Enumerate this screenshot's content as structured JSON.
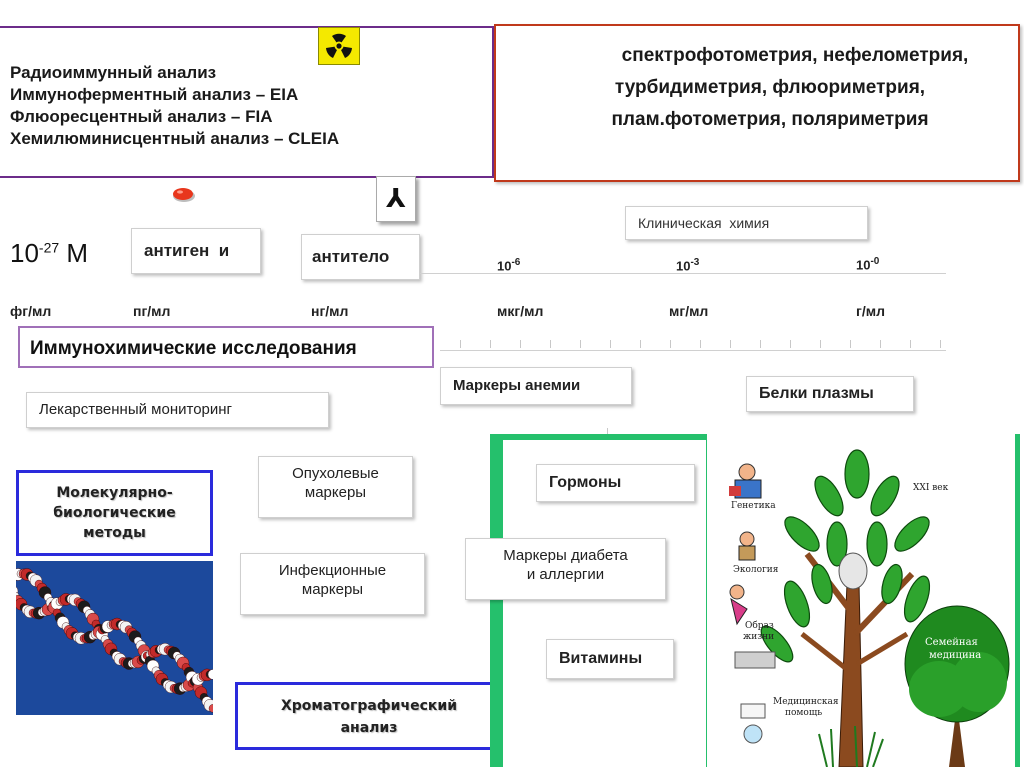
{
  "methods": {
    "lines": [
      "Радиоиммунный анализ",
      "Иммуноферментный анализ – EIA",
      "Флюоресцентный анализ – FIA",
      "Хемилюминисцентный анализ – CLEIA"
    ]
  },
  "photometry": {
    "lines": [
      "спектрофотометрия, нефелометрия,",
      "турбидиметрия, флюориметрия,",
      "плам.фотометрия,  поляриметрия"
    ]
  },
  "icons": {
    "radiation": "radiation-icon",
    "antigen": "antigen-dot-icon",
    "antibody": "antibody-icon",
    "antibody_glyph": "⅄"
  },
  "labels": {
    "antigen": "антиген  и",
    "antibody": "антитело",
    "clinical_chemistry": "Клиническая  химия"
  },
  "scale": {
    "start_base": "10",
    "start_exp": "-27",
    "start_unit": " М",
    "exponents": [
      {
        "base": "10",
        "exp": "-6"
      },
      {
        "base": "10",
        "exp": "-3"
      },
      {
        "base": "10",
        "exp": "-0"
      }
    ],
    "units": [
      "фг/мл",
      "пг/мл",
      "нг/мл",
      "мкг/мл",
      "мг/мл",
      "г/мл"
    ]
  },
  "categories": {
    "immunochemical": "Иммунохимические исследования",
    "anemia_markers": "Маркеры анемии",
    "plasma_proteins": "Белки плазмы",
    "drug_monitoring": "Лекарственный мониторинг",
    "tumor_markers": [
      "Опухолевые",
      "маркеры"
    ],
    "hormones": "Гормоны",
    "diabetes_markers": [
      "Маркеры диабета",
      "и аллергии"
    ],
    "infection_markers": [
      "Инфекционные",
      "маркеры"
    ],
    "vitamins": "Витамины",
    "molecular_biology": [
      "Молекулярно-",
      "биологические",
      "методы"
    ],
    "chromatography": [
      "Хроматографический",
      "анализ"
    ]
  },
  "tree_illustration": {
    "century": "XXI век",
    "labels": [
      "Генетика",
      "Экология",
      "Образ",
      "жизни",
      "Медицинская",
      "помощь",
      "Семейная",
      "медицина"
    ]
  },
  "colors": {
    "purple_frame": "#6c2c8a",
    "red_frame": "#c0391b",
    "blue_frame": "#2a2adc",
    "green_bg": "#25c06c"
  }
}
